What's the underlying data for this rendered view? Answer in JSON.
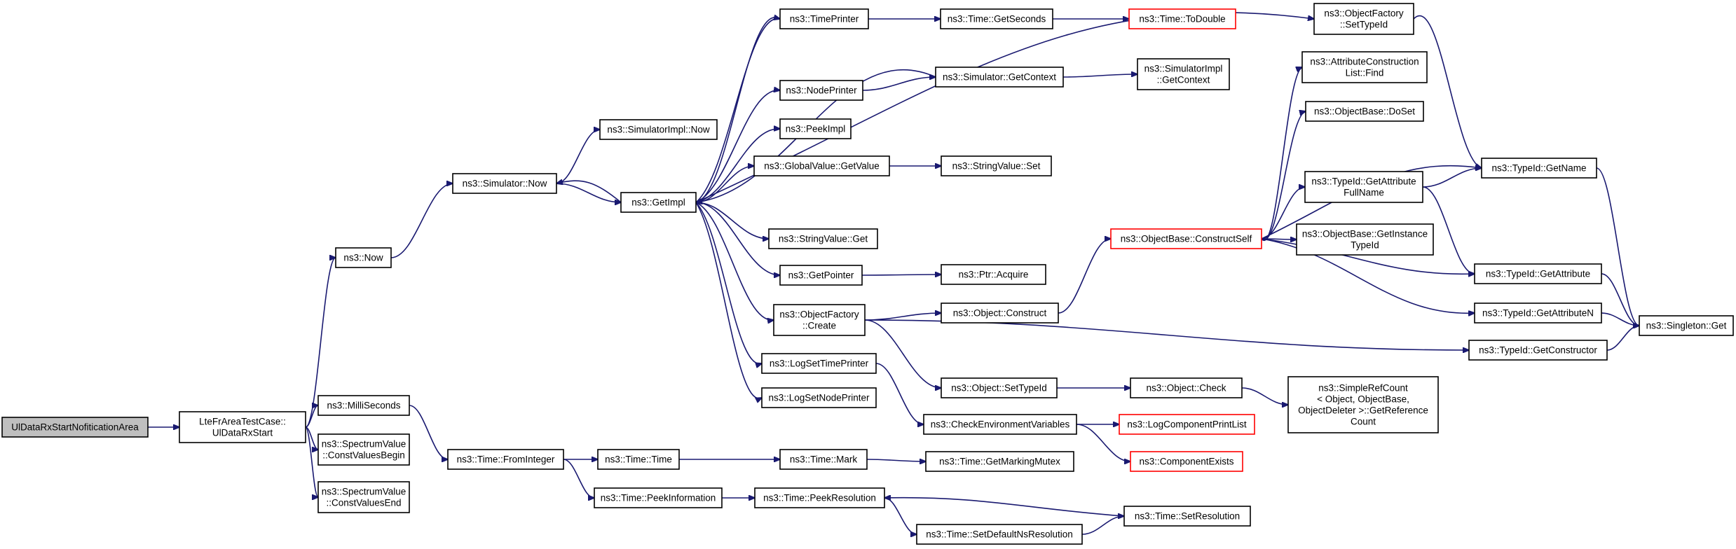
{
  "nodes": [
    {
      "id": "root",
      "lines": [
        "UlDataRxStartNofiticationArea"
      ],
      "style": "grey"
    },
    {
      "id": "lte",
      "lines": [
        "LteFrAreaTestCase::",
        "UlDataRxStart"
      ],
      "style": "normal"
    },
    {
      "id": "now",
      "lines": [
        "ns3::Now"
      ],
      "style": "normal"
    },
    {
      "id": "millis",
      "lines": [
        "ns3::MilliSeconds"
      ],
      "style": "normal"
    },
    {
      "id": "svbegin",
      "lines": [
        "ns3::SpectrumValue",
        "::ConstValuesBegin"
      ],
      "style": "normal"
    },
    {
      "id": "svend",
      "lines": [
        "ns3::SpectrumValue",
        "::ConstValuesEnd"
      ],
      "style": "normal"
    },
    {
      "id": "simnow",
      "lines": [
        "ns3::Simulator::Now"
      ],
      "style": "normal"
    },
    {
      "id": "fromint",
      "lines": [
        "ns3::Time::FromInteger"
      ],
      "style": "normal"
    },
    {
      "id": "simimplnow",
      "lines": [
        "ns3::SimulatorImpl::Now"
      ],
      "style": "normal"
    },
    {
      "id": "getimpl",
      "lines": [
        "ns3::GetImpl"
      ],
      "style": "normal"
    },
    {
      "id": "timetime",
      "lines": [
        "ns3::Time::Time"
      ],
      "style": "normal"
    },
    {
      "id": "peekinfo",
      "lines": [
        "ns3::Time::PeekInformation"
      ],
      "style": "normal"
    },
    {
      "id": "timeprinter",
      "lines": [
        "ns3::TimePrinter"
      ],
      "style": "normal"
    },
    {
      "id": "nodeprinter",
      "lines": [
        "ns3::NodePrinter"
      ],
      "style": "normal"
    },
    {
      "id": "peekimpl",
      "lines": [
        "ns3::PeekImpl"
      ],
      "style": "normal"
    },
    {
      "id": "gvgetvalue",
      "lines": [
        "ns3::GlobalValue::GetValue"
      ],
      "style": "normal"
    },
    {
      "id": "svget",
      "lines": [
        "ns3::StringValue::Get"
      ],
      "style": "normal"
    },
    {
      "id": "getpointer",
      "lines": [
        "ns3::GetPointer"
      ],
      "style": "normal"
    },
    {
      "id": "ofcreate",
      "lines": [
        "ns3::ObjectFactory",
        "::Create"
      ],
      "style": "normal"
    },
    {
      "id": "logsettime",
      "lines": [
        "ns3::LogSetTimePrinter"
      ],
      "style": "normal"
    },
    {
      "id": "logsetnode",
      "lines": [
        "ns3::LogSetNodePrinter"
      ],
      "style": "normal"
    },
    {
      "id": "timemark",
      "lines": [
        "ns3::Time::Mark"
      ],
      "style": "normal"
    },
    {
      "id": "peekres",
      "lines": [
        "ns3::Time::PeekResolution"
      ],
      "style": "normal"
    },
    {
      "id": "getseconds",
      "lines": [
        "ns3::Time::GetSeconds"
      ],
      "style": "normal"
    },
    {
      "id": "simgetctx",
      "lines": [
        "ns3::Simulator::GetContext"
      ],
      "style": "normal"
    },
    {
      "id": "svset",
      "lines": [
        "ns3::StringValue::Set"
      ],
      "style": "normal"
    },
    {
      "id": "ptracquire",
      "lines": [
        "ns3::Ptr::Acquire"
      ],
      "style": "normal"
    },
    {
      "id": "objconstruct",
      "lines": [
        "ns3::Object::Construct"
      ],
      "style": "normal"
    },
    {
      "id": "objsettypeid",
      "lines": [
        "ns3::Object::SetTypeId"
      ],
      "style": "normal"
    },
    {
      "id": "checkenv",
      "lines": [
        "ns3::CheckEnvironmentVariables"
      ],
      "style": "normal"
    },
    {
      "id": "getmarkmutex",
      "lines": [
        "ns3::Time::GetMarkingMutex"
      ],
      "style": "normal"
    },
    {
      "id": "setdefres",
      "lines": [
        "ns3::Time::SetDefaultNsResolution"
      ],
      "style": "normal"
    },
    {
      "id": "todouble",
      "lines": [
        "ns3::Time::ToDouble"
      ],
      "style": "red"
    },
    {
      "id": "simimplctx",
      "lines": [
        "ns3::SimulatorImpl",
        "::GetContext"
      ],
      "style": "normal"
    },
    {
      "id": "construct",
      "lines": [
        "ns3::ObjectBase::ConstructSelf"
      ],
      "style": "red"
    },
    {
      "id": "objcheck",
      "lines": [
        "ns3::Object::Check"
      ],
      "style": "normal"
    },
    {
      "id": "logcomplist",
      "lines": [
        "ns3::LogComponentPrintList"
      ],
      "style": "red"
    },
    {
      "id": "compexists",
      "lines": [
        "ns3::ComponentExists"
      ],
      "style": "red"
    },
    {
      "id": "setres",
      "lines": [
        "ns3::Time::SetResolution"
      ],
      "style": "normal"
    },
    {
      "id": "ofsettypeid",
      "lines": [
        "ns3::ObjectFactory",
        "::SetTypeId"
      ],
      "style": "normal"
    },
    {
      "id": "acfind",
      "lines": [
        "ns3::AttributeConstruction",
        "List::Find"
      ],
      "style": "normal"
    },
    {
      "id": "obdoset",
      "lines": [
        "ns3::ObjectBase::DoSet"
      ],
      "style": "normal"
    },
    {
      "id": "tidgetattrfn",
      "lines": [
        "ns3::TypeId::GetAttribute",
        "FullName"
      ],
      "style": "normal"
    },
    {
      "id": "obgetinst",
      "lines": [
        "ns3::ObjectBase::GetInstance",
        "TypeId"
      ],
      "style": "normal"
    },
    {
      "id": "simplerefcount",
      "lines": [
        "ns3::SimpleRefCount",
        "< Object, ObjectBase,",
        "ObjectDeleter >::GetReference",
        "Count"
      ],
      "style": "normal"
    },
    {
      "id": "tidgetname",
      "lines": [
        "ns3::TypeId::GetName"
      ],
      "style": "normal"
    },
    {
      "id": "tidgetattr",
      "lines": [
        "ns3::TypeId::GetAttribute"
      ],
      "style": "normal"
    },
    {
      "id": "tidgetattrn",
      "lines": [
        "ns3::TypeId::GetAttributeN"
      ],
      "style": "normal"
    },
    {
      "id": "tidgetctor",
      "lines": [
        "ns3::TypeId::GetConstructor"
      ],
      "style": "normal"
    },
    {
      "id": "singleton",
      "lines": [
        "ns3::Singleton::Get"
      ],
      "style": "normal"
    }
  ],
  "edges": [
    [
      "root",
      "lte"
    ],
    [
      "lte",
      "now"
    ],
    [
      "lte",
      "millis"
    ],
    [
      "lte",
      "svbegin"
    ],
    [
      "lte",
      "svend"
    ],
    [
      "now",
      "simnow"
    ],
    [
      "millis",
      "fromint"
    ],
    [
      "simnow",
      "simimplnow"
    ],
    [
      "simnow",
      "getimpl"
    ],
    [
      "fromint",
      "timetime"
    ],
    [
      "fromint",
      "peekinfo"
    ],
    [
      "getimpl",
      "timeprinter"
    ],
    [
      "getimpl",
      "nodeprinter"
    ],
    [
      "getimpl",
      "peekimpl"
    ],
    [
      "getimpl",
      "gvgetvalue"
    ],
    [
      "getimpl",
      "svget"
    ],
    [
      "getimpl",
      "getpointer"
    ],
    [
      "getimpl",
      "ofcreate"
    ],
    [
      "getimpl",
      "logsettime"
    ],
    [
      "getimpl",
      "logsetnode"
    ],
    [
      "getimpl",
      "simnow"
    ],
    [
      "getimpl",
      "ofsettypeid"
    ],
    [
      "timetime",
      "timemark"
    ],
    [
      "peekinfo",
      "peekres"
    ],
    [
      "timeprinter",
      "getseconds"
    ],
    [
      "timeprinter",
      "getimpl"
    ],
    [
      "nodeprinter",
      "simgetctx"
    ],
    [
      "simgetctx",
      "getimpl"
    ],
    [
      "gvgetvalue",
      "svset"
    ],
    [
      "getpointer",
      "ptracquire"
    ],
    [
      "ofcreate",
      "objconstruct"
    ],
    [
      "ofcreate",
      "objsettypeid"
    ],
    [
      "ofcreate",
      "tidgetctor"
    ],
    [
      "logsettime",
      "checkenv"
    ],
    [
      "timemark",
      "getmarkmutex"
    ],
    [
      "peekres",
      "setdefres"
    ],
    [
      "setdefres",
      "setres"
    ],
    [
      "setres",
      "peekres"
    ],
    [
      "getseconds",
      "todouble"
    ],
    [
      "simgetctx",
      "simimplctx"
    ],
    [
      "objconstruct",
      "construct"
    ],
    [
      "objsettypeid",
      "objcheck"
    ],
    [
      "checkenv",
      "logcomplist"
    ],
    [
      "checkenv",
      "compexists"
    ],
    [
      "construct",
      "acfind"
    ],
    [
      "construct",
      "obdoset"
    ],
    [
      "construct",
      "tidgetattrfn"
    ],
    [
      "construct",
      "obgetinst"
    ],
    [
      "construct",
      "tidgetname"
    ],
    [
      "construct",
      "tidgetattr"
    ],
    [
      "construct",
      "tidgetattrn"
    ],
    [
      "objcheck",
      "simplerefcount"
    ],
    [
      "ofsettypeid",
      "tidgetname"
    ],
    [
      "tidgetattrfn",
      "tidgetname"
    ],
    [
      "tidgetattrfn",
      "tidgetattr"
    ],
    [
      "tidgetname",
      "singleton"
    ],
    [
      "tidgetattr",
      "singleton"
    ],
    [
      "tidgetattrn",
      "singleton"
    ],
    [
      "tidgetctor",
      "singleton"
    ]
  ]
}
